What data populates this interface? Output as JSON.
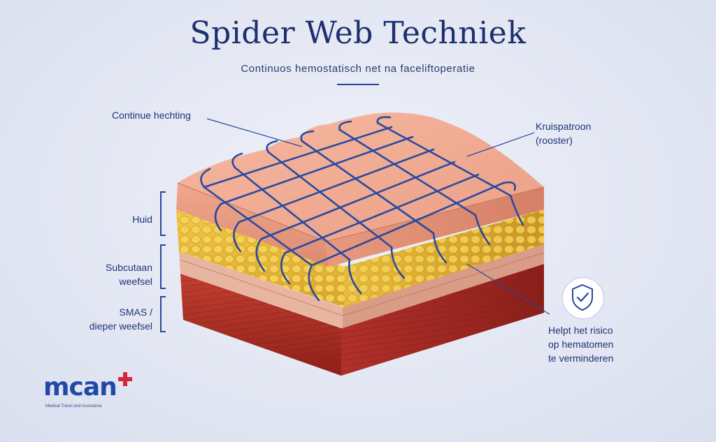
{
  "title": "Spider Web Techniek",
  "subtitle": "Continuos hemostatisch net na faceliftoperatie",
  "labels": {
    "continuous_suture": "Continue hechting",
    "cross_pattern_line1": "Kruispatroon",
    "cross_pattern_line2": "(rooster)",
    "skin": "Huid",
    "subcutaneous_line1": "Subcutaan",
    "subcutaneous_line2": "weefsel",
    "smas_line1": "SMAS /",
    "smas_line2": "dieper weefsel",
    "risk_line1": "Helpt het risico",
    "risk_line2": "op hematomen",
    "risk_line3": "te verminderen"
  },
  "logo": {
    "wordmark": "mcan",
    "tagline": "Medical Travel and Assistance"
  },
  "icons": [
    "shield-check-icon",
    "medical-cross-icon"
  ],
  "colors": {
    "title": "#1c2f6e",
    "accent": "#2c45a0",
    "suture": "#2a4aa0",
    "skin": "#efa58c",
    "fat": "#e9bd38",
    "muscle": "#b8332a",
    "logo_cross": "#d8263a"
  }
}
